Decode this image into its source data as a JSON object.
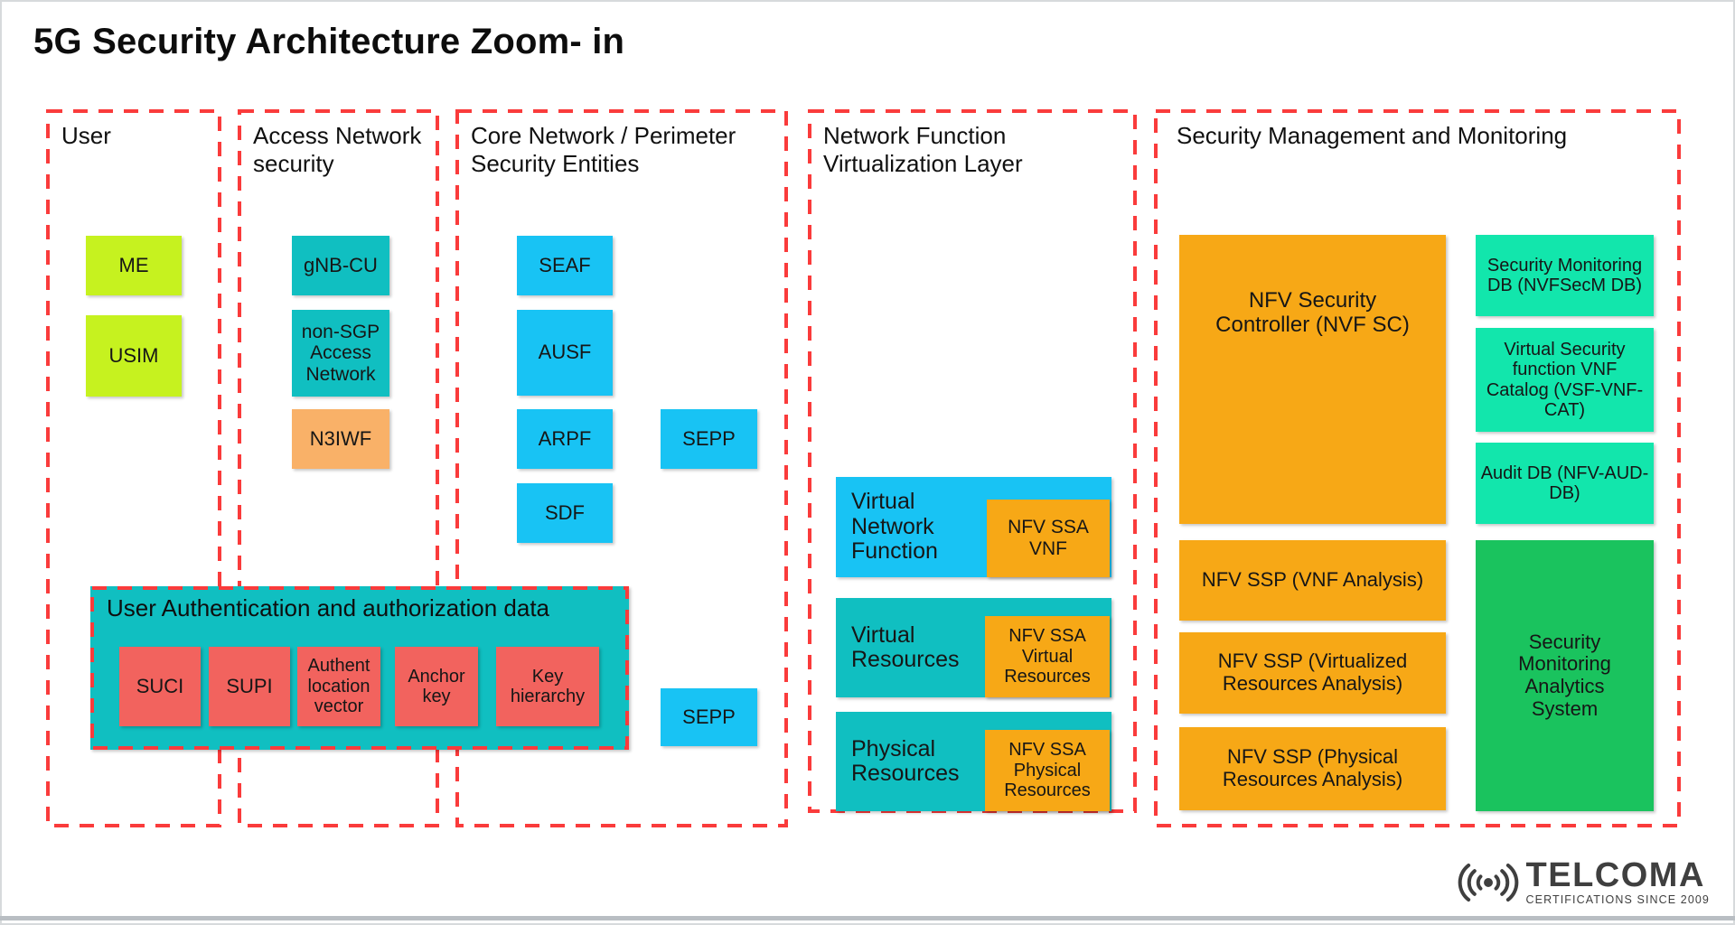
{
  "title": "5G Security Architecture Zoom- in",
  "sections": [
    {
      "title": "User"
    },
    {
      "title": "Access Network security"
    },
    {
      "title": "Core Network / Perimeter Security Entities"
    },
    {
      "title": "Network Function Virtualization Layer"
    },
    {
      "title": "Security Management and Monitoring"
    }
  ],
  "user": {
    "me": "ME",
    "usim": "USIM"
  },
  "access": {
    "gnb_cu": "gNB-CU",
    "non_sgp": "non-SGP Access Network",
    "n3iwf": "N3IWF"
  },
  "core": {
    "seaf": "SEAF",
    "ausf": "AUSF",
    "arpf": "ARPF",
    "sdf": "SDF",
    "sepp_top": "SEPP",
    "sepp_bottom": "SEPP"
  },
  "auth": {
    "title": "User Authentication and authorization data",
    "items": [
      "SUCI",
      "SUPI",
      "Authent location vector",
      "Anchor key",
      "Key hierarchy"
    ]
  },
  "nfv": {
    "rows": [
      {
        "label": "Virtual Network Function",
        "ssa": "NFV SSA VNF"
      },
      {
        "label": "Virtual Resources",
        "ssa": "NFV SSA Virtual Resources"
      },
      {
        "label": "Physical Resources",
        "ssa": "NFV SSA Physical Resources"
      }
    ]
  },
  "secmgmt": {
    "controller": "NFV Security Controller (NVF SC)",
    "ssp": [
      "NFV SSP (VNF Analysis)",
      "NFV SSP (Virtualized Resources Analysis)",
      "NFV SSP (Physical Resources Analysis)"
    ],
    "dbs": [
      "Security Monitoring DB (NVFSecM DB)",
      "Virtual Security function  VNF Catalog (VSF-VNF-CAT)",
      "Audit DB (NFV-AUD-DB)"
    ],
    "analytics": "Security Monitoring Analytics System"
  },
  "logo": {
    "name": "TELCOMA",
    "tagline": "CERTIFICATIONS SINCE 2009"
  },
  "colors": {
    "dashed_border": "#fa3b3b",
    "chartreuse": "#c6f21f",
    "teal": "#10bfc1",
    "light_orange": "#f9b168",
    "blue": "#18c3f4",
    "amber": "#f7a816",
    "salmon": "#f2635e",
    "mint": "#12e6ac",
    "green": "#1ac35e"
  }
}
